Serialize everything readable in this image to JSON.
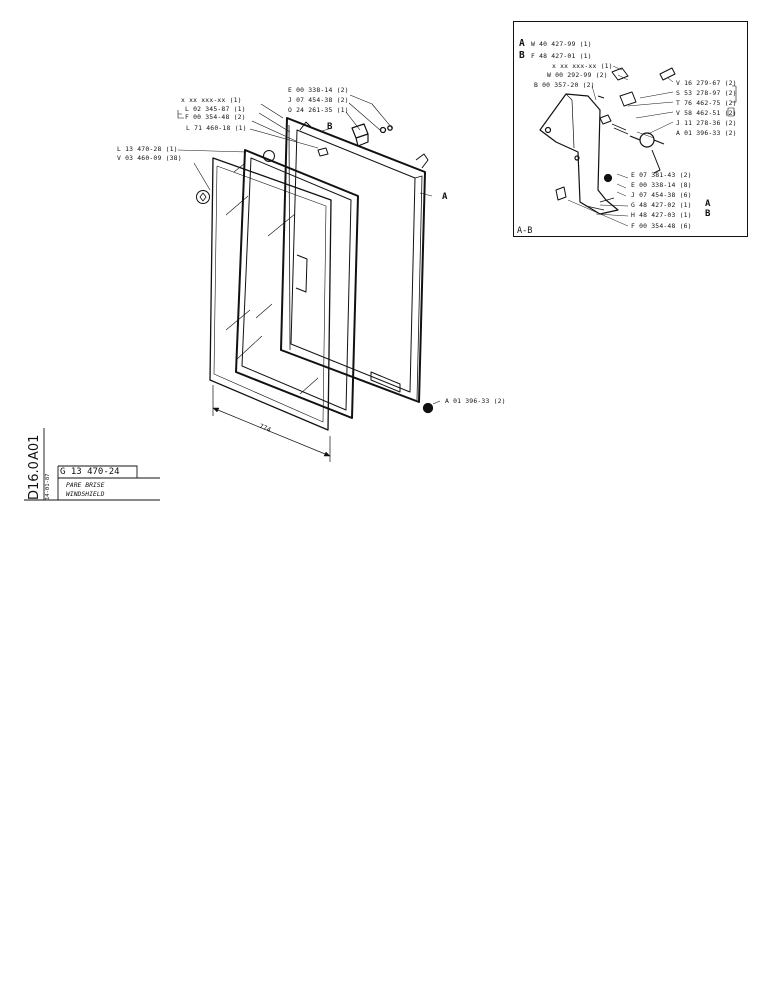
{
  "main_labels": {
    "l1": "x xx xxx-xx (1)",
    "l2": "L 02 345-87 (1)",
    "l3": "F 00 354-48 (2)",
    "l4": "L 71 460-18 (1)",
    "l5": "L 13 470-28 (1)",
    "l6": "V 03 460-09 (38)",
    "l7": "E 00 338-14 (2)",
    "l8": "J 07 454-38 (2)",
    "l9": "O 24 261-35 (1)",
    "ref_b": "B",
    "ref_a": "A",
    "l10": "A 01 396-33 (2)",
    "dim": "774"
  },
  "inset": {
    "title": "A-B",
    "a_letter": "A",
    "a_part": "W 40 427-99 (1)",
    "b_letter": "B",
    "b_part": "F 48 427-01 (1)",
    "r1": "x xx xxx-xx (1)",
    "r2": "W 00 292-99 (2)",
    "r3": "B 00 357-20 (2)",
    "r4": "V 16 279-67 (2)",
    "r5": "S 53 278-97 (2)",
    "r6": "T 76 462-75 (2)",
    "r7": "V 58 462-51 (2)",
    "r8": "J 11 278-36 (2)",
    "r9": "A 01 396-33 (2)",
    "r10": "E 07 381-43 (2)",
    "r11": "E 00 338-14 (8)",
    "r12": "J 07 454-38 (6)",
    "r13": "G 48 427-02 (1)",
    "r13_ref": "A",
    "r14": "H 48 427-03 (1)",
    "r14_ref": "B",
    "r15": "F 00 354-48 (6)"
  },
  "title_block": {
    "section": "A01",
    "page": "D16.0",
    "date": "14-01-87",
    "code": "G 13 470-24",
    "title_fr": "PARE BRISE",
    "title_en": "WINDSHIELD"
  }
}
